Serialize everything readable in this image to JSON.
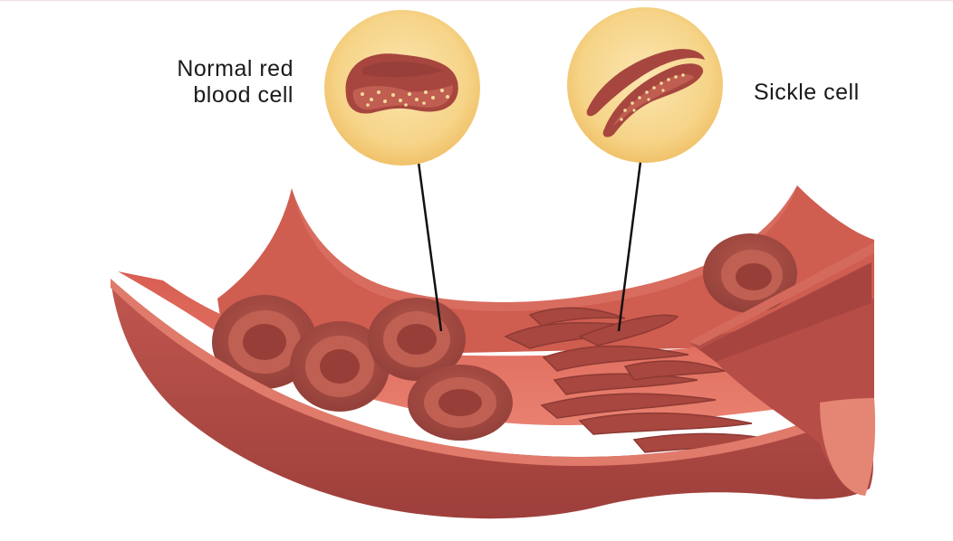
{
  "labels": {
    "normal_line1": "Normal red",
    "normal_line2": "blood cell",
    "sickle": "Sickle cell"
  },
  "colors": {
    "vessel_wall": "#b9524c",
    "vessel_wall_dark": "#9b3d3a",
    "vessel_inner": "#e0705e",
    "vessel_inner_light": "#ec8a78",
    "cell": "#a8483f",
    "cell_dark": "#8a3531",
    "inset_bg": "#f6d488",
    "inset_bg_light": "#fbe6b0",
    "dots": "#f3dc9c"
  },
  "icons": {
    "normal_inset": "normal-red-blood-cell-icon",
    "sickle_inset": "sickle-cell-icon"
  }
}
